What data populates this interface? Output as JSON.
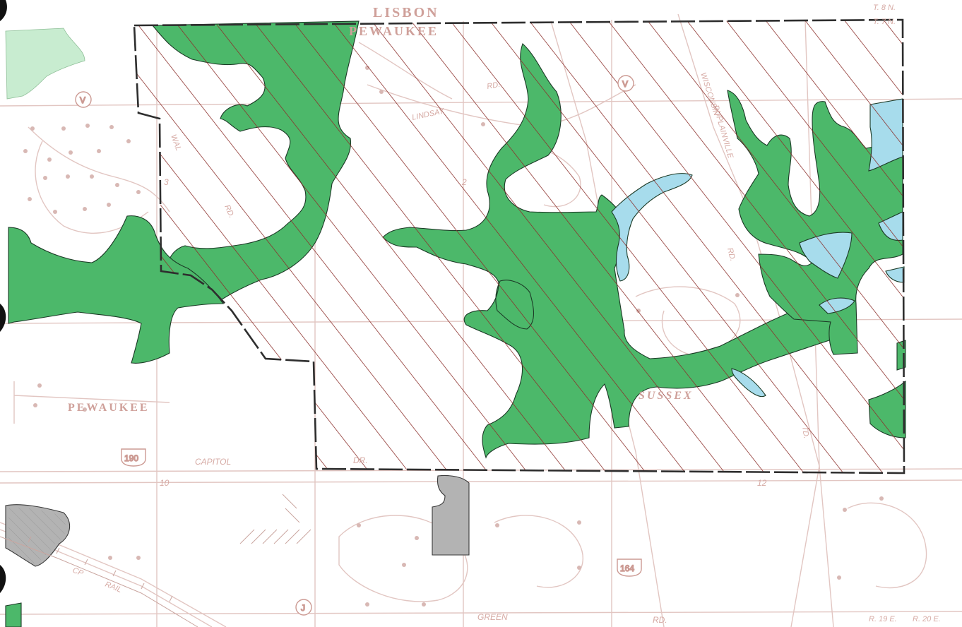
{
  "map": {
    "colors": {
      "green": "#4cb86a",
      "green_light": "#c8ecd0",
      "water": "#a7dcec",
      "gray": "#b3b3b3",
      "hatch": "#e8242a",
      "boundary": "#333333",
      "road": "#e2c6c2",
      "section_line": "#efd6d2"
    },
    "labels": {
      "township_north": "LISBON",
      "pewaukee_top": "PEWAUKEE",
      "pewaukee_west": "PEWAUKEE",
      "sussex": "SUSSEX",
      "lindsay_rd": "LINDSAY",
      "rd_lindsay": "RD.",
      "capitol": "CAPITOL",
      "dr": "DR.",
      "green": "GREEN",
      "green_rd": "RD.",
      "wisconsin": "WISCONSIN",
      "duplainville": "DUPLAINVILLE",
      "duplainville_rd": "RD.",
      "cp_rail": "CP",
      "rail": "RAIL",
      "wal": "WAL",
      "wal_rd": "RD.",
      "sec_3": "3",
      "sec_2": "2",
      "sec_10": "10",
      "sec_12": "12",
      "itd": "TD.",
      "t8n": "T. 8 N.",
      "t7n": "T. 7 N.",
      "r19e": "R. 19 E.",
      "r20e": "R. 20 E."
    },
    "shields": {
      "v1": "V",
      "v2": "V",
      "us190": "190",
      "us164": "164",
      "j": "J"
    }
  }
}
